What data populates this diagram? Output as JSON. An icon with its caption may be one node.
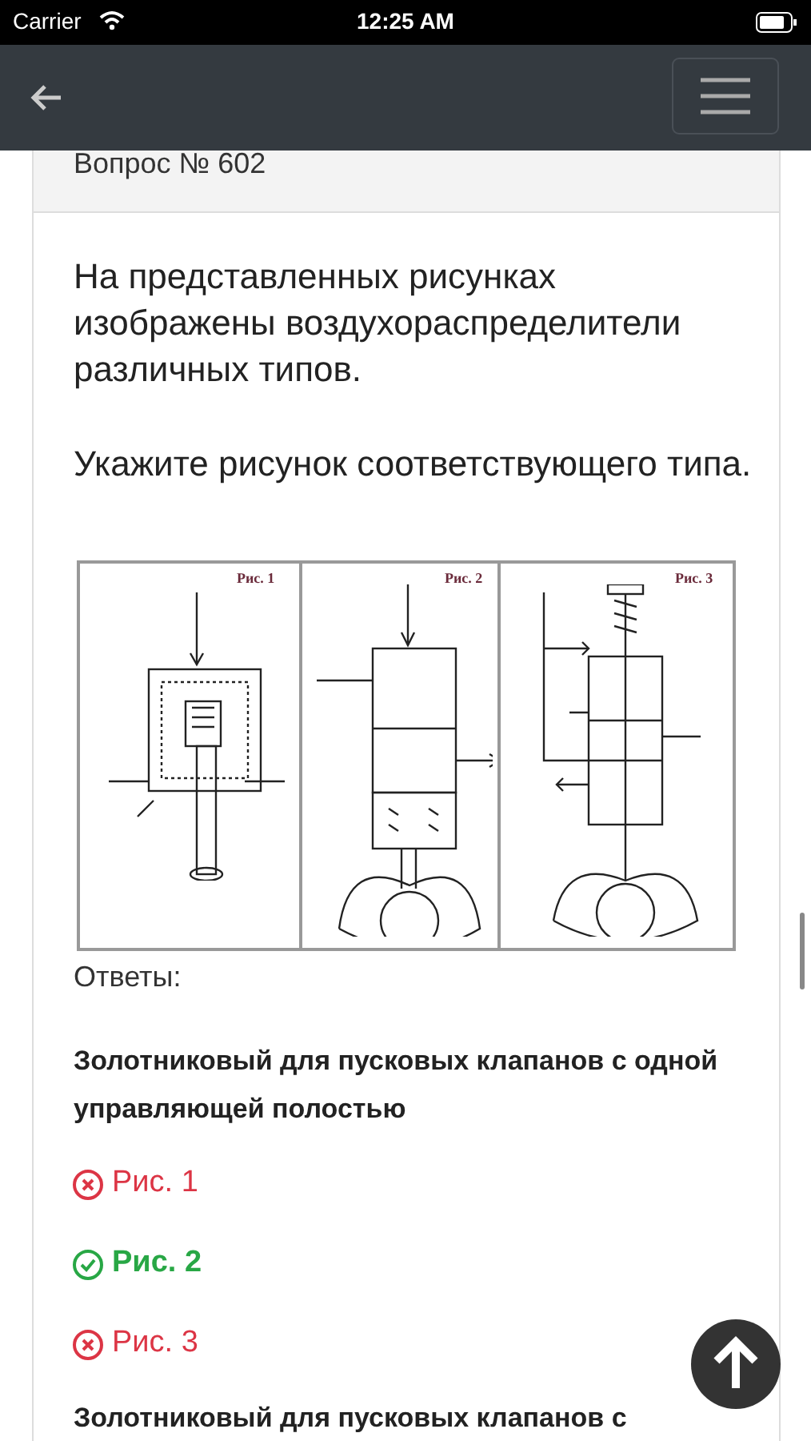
{
  "diagram": {
    "labels": [
      "Carrier",
      "12:25 AM",
      "Вопрос № 602",
      "На представленных рисунках изображены воздухораспределители различных типов.",
      "Укажите рисунок соответствующего типа.",
      "Рис. 1",
      "Рис. 2",
      "Рис. 3",
      "Ответы:",
      "Золотниковый для пусковых клапанов с одной управляющей полостью",
      "Рис. 1",
      "Рис. 2",
      "Рис. 3",
      "Золотниковый для пусковых клапанов с"
    ]
  }
}
